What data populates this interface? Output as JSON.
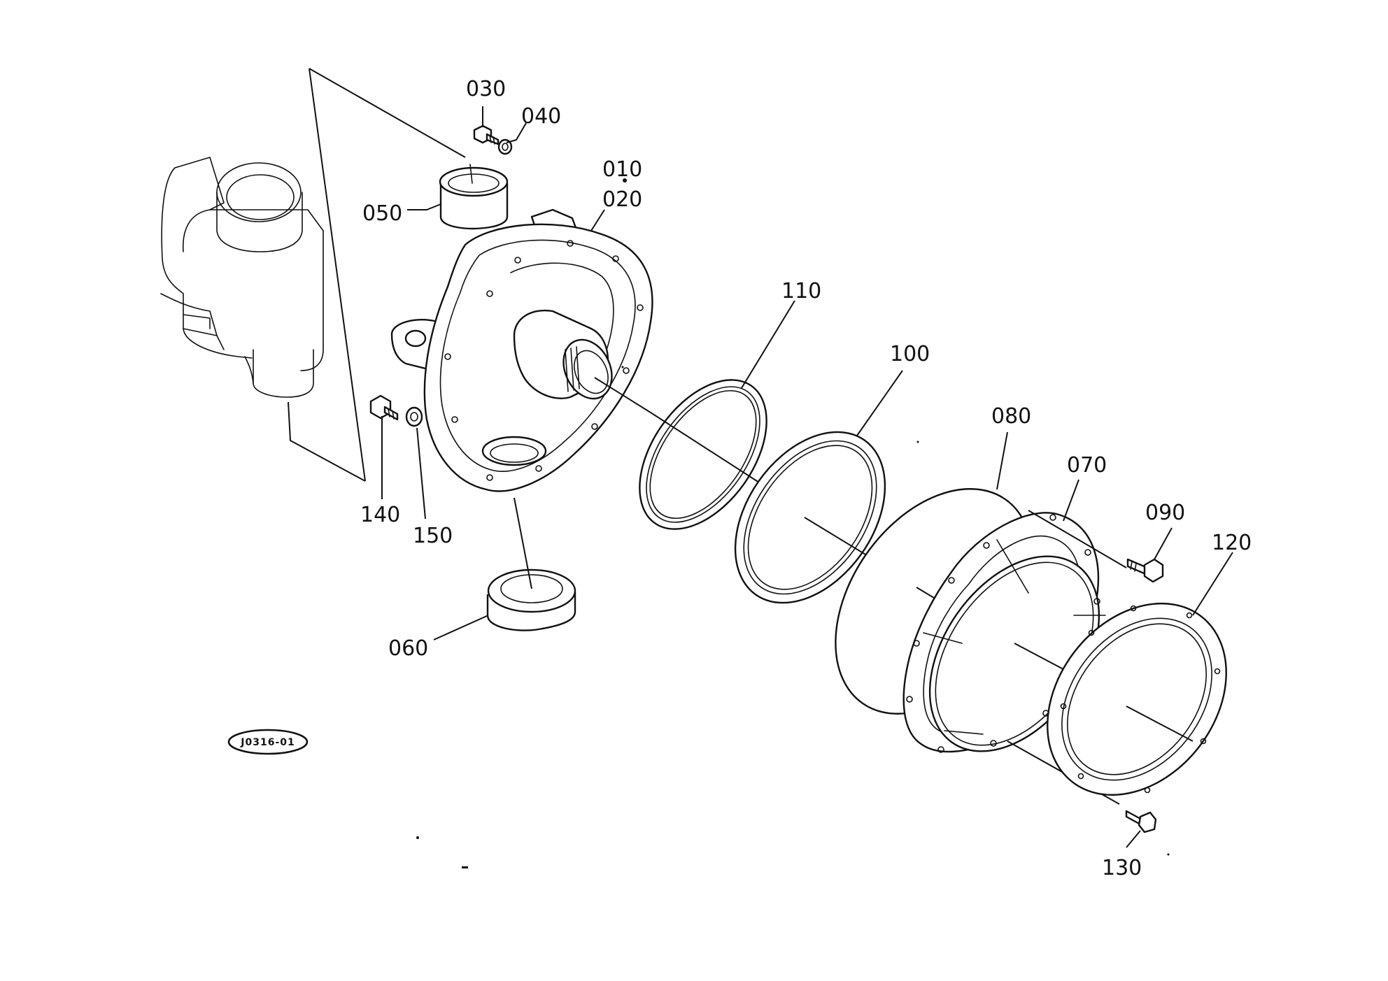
{
  "diagram": {
    "drawing_code": "J0316-01",
    "callouts": [
      {
        "id": "p010",
        "text": "010"
      },
      {
        "id": "p020",
        "text": "020"
      },
      {
        "id": "p030",
        "text": "030"
      },
      {
        "id": "p040",
        "text": "040"
      },
      {
        "id": "p050",
        "text": "050"
      },
      {
        "id": "p060",
        "text": "060"
      },
      {
        "id": "p070",
        "text": "070"
      },
      {
        "id": "p080",
        "text": "080"
      },
      {
        "id": "p090",
        "text": "090"
      },
      {
        "id": "p100",
        "text": "100"
      },
      {
        "id": "p110",
        "text": "110"
      },
      {
        "id": "p120",
        "text": "120"
      },
      {
        "id": "p130",
        "text": "130"
      },
      {
        "id": "p140",
        "text": "140"
      },
      {
        "id": "p150",
        "text": "150"
      }
    ]
  }
}
